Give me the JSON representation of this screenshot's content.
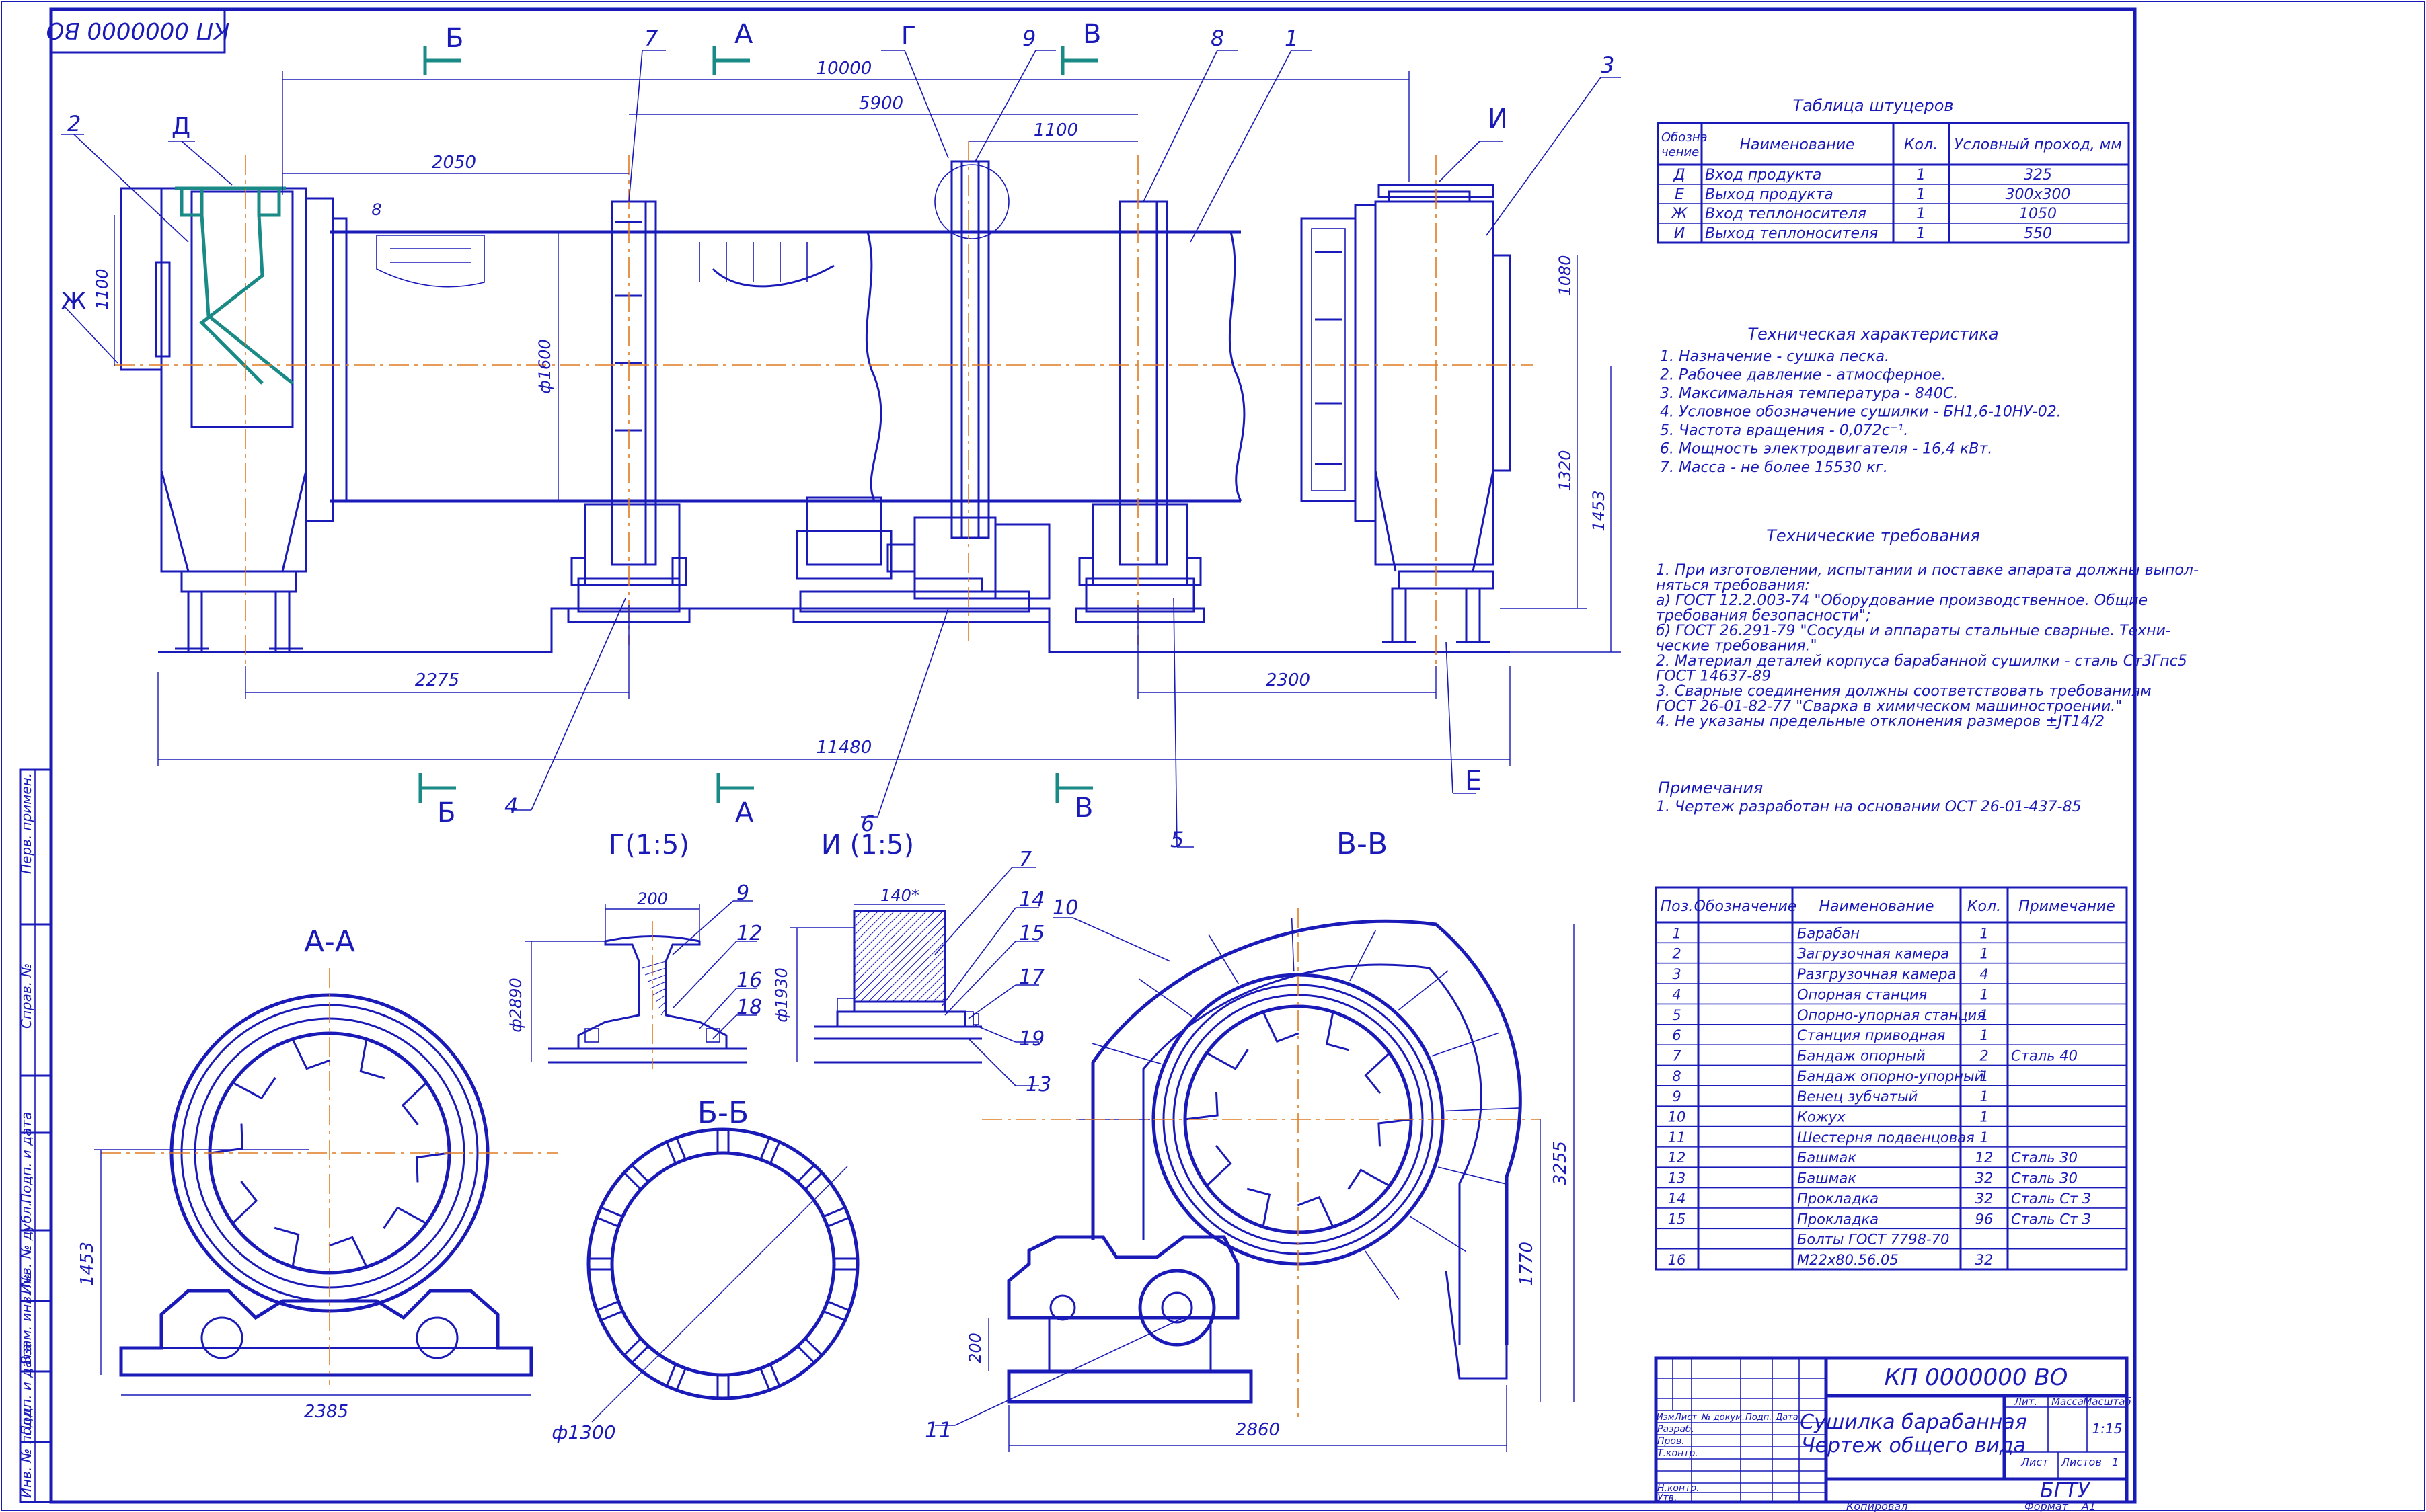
{
  "stamp_top": "КП 0000000 ВО",
  "main_view": {
    "leaders": [
      "2",
      "Д",
      "Ж",
      "7",
      "9",
      "8",
      "1",
      "3",
      "И",
      "Г",
      "4",
      "6",
      "5",
      "Е"
    ],
    "dims": {
      "d10000": "10000",
      "d5900": "5900",
      "d1100": "1100",
      "d2050": "2050",
      "d8": "8",
      "d1100v": "1100",
      "dia1600": "ф1600",
      "d1080": "1080",
      "d1320": "1320",
      "d1453": "1453",
      "d2275": "2275",
      "d2300": "2300",
      "d11480": "11480"
    },
    "section_marks": {
      "b_top": "Б",
      "a_top": "А",
      "v_top": "В",
      "b_bot": "Б",
      "a_bot": "А",
      "v_bot": "В"
    }
  },
  "views": {
    "g_title": "Г(1:5)",
    "i_title": "И (1:5)",
    "vv_title": "В-В",
    "aa_title": "А-А",
    "bb_title": "Б-Б",
    "g_dims": {
      "w": "200",
      "dia": "ф2890"
    },
    "g_leaders": [
      "9",
      "12",
      "16",
      "18"
    ],
    "i_dims": {
      "w": "140*",
      "dia": "ф1930"
    },
    "i_leaders": [
      "7",
      "14",
      "15",
      "17",
      "19",
      "13"
    ],
    "aa_dims": {
      "h": "1453",
      "w": "2385"
    },
    "bb_dims": {
      "dia": "ф1300"
    },
    "vv_dims": {
      "h3255": "3255",
      "h1770": "1770",
      "h200": "200",
      "w2860": "2860"
    },
    "vv_leaders": [
      "10",
      "11"
    ]
  },
  "fittings_table": {
    "title": "Таблица штуцеров",
    "headers": [
      "Обозна чение",
      "Наименование",
      "Кол.",
      "Условный проход, мм"
    ],
    "rows": [
      [
        "Д",
        "Вход продукта",
        "1",
        "325"
      ],
      [
        "Е",
        "Выход продукта",
        "1",
        "300х300"
      ],
      [
        "Ж",
        "Вход теплоносителя",
        "1",
        "1050"
      ],
      [
        "И",
        "Выход теплоносителя",
        "1",
        "550"
      ]
    ]
  },
  "tech_char": {
    "title": "Техническая характеристика",
    "lines": [
      "1. Назначение - сушка песка.",
      "2. Рабочее давление - атмосферное.",
      "3. Максимальная температура - 840С.",
      "4. Условное обозначение сушилки - БН1,6-10НУ-02.",
      "5. Частота вращения - 0,072с⁻¹.",
      "6. Мощность электродвигателя - 16,4 кВт.",
      "7. Масса - не более 15530 кг."
    ]
  },
  "tech_req": {
    "title": "Технические требования",
    "lines": [
      "1. При изготовлении, испытании и поставке апарата должны  выпол-",
      "няться требования:",
      "       а) ГОСТ 12.2.003-74 \"Оборудование производственное. Общие",
      "требования безопасности\";",
      "       б) ГОСТ 26.291-79 \"Сосуды и аппараты стальные сварные. Техни-",
      "ческие требования.\"",
      "2. Материал деталей корпуса барабанной сушилки - сталь Ст3Гпс5",
      "    ГОСТ 14637-89",
      "3. Сварные соединения должны соответствовать требованиям",
      "    ГОСТ 26-01-82-77 \"Сварка в химическом машиностроении.\"",
      "4. Не указаны предельные отклонения размеров ±JT14/2"
    ]
  },
  "notes": {
    "title": "Примечания",
    "lines": [
      "1. Чертеж разработан на основании ОСТ 26-01-437-85"
    ]
  },
  "spec_table": {
    "headers": [
      "Поз.",
      "Обозначение",
      "Наименование",
      "Кол.",
      "Примечание"
    ],
    "rows": [
      [
        "1",
        "",
        "Барабан",
        "1",
        ""
      ],
      [
        "2",
        "",
        "Загрузочная камера",
        "1",
        ""
      ],
      [
        "3",
        "",
        "Разгрузочная камера",
        "4",
        ""
      ],
      [
        "4",
        "",
        "Опорная станция",
        "1",
        ""
      ],
      [
        "5",
        "",
        "Опорно-упорная станция",
        "1",
        ""
      ],
      [
        "6",
        "",
        "Станция приводная",
        "1",
        ""
      ],
      [
        "7",
        "",
        "Бандаж опорный",
        "2",
        "Сталь 40"
      ],
      [
        "8",
        "",
        "Бандаж опорно-упорный",
        "1",
        ""
      ],
      [
        "9",
        "",
        "Венец зубчатый",
        "1",
        ""
      ],
      [
        "10",
        "",
        "Кожух",
        "1",
        ""
      ],
      [
        "11",
        "",
        "Шестерня подвенцовая",
        "1",
        ""
      ],
      [
        "12",
        "",
        "Башмак",
        "12",
        "Сталь 30"
      ],
      [
        "13",
        "",
        "Башмак",
        "32",
        "Сталь 30"
      ],
      [
        "14",
        "",
        "Прокладка",
        "32",
        "Сталь Ст 3"
      ],
      [
        "15",
        "",
        "Прокладка",
        "96",
        "Сталь Ст 3"
      ],
      [
        "",
        "",
        "Болты ГОСТ 7798-70",
        "",
        ""
      ],
      [
        "16",
        "",
        "М22х80.56.05",
        "32",
        ""
      ]
    ]
  },
  "title_block": {
    "code": "КП 0000000 ВО",
    "name_line1": "Сушилка барабанная",
    "name_line2": "Чертеж общего вида",
    "lit": "Лит.",
    "massa": "Масса",
    "masshtab": "Масштаб",
    "scale": "1:15",
    "list": "Лист",
    "listov": "Листов",
    "listov_val": "1",
    "org": "БГТУ",
    "row_labels": [
      "Изм.",
      "Лист",
      "№ докум.",
      "Подп.",
      "Дата"
    ],
    "roles": [
      "Разраб.",
      "Пров.",
      "Т.контр.",
      "",
      "Н.контр.",
      "Утв."
    ],
    "copied": "Копировал",
    "format": "Формат",
    "format_val": "A1"
  },
  "side_strip": [
    "Перв. примен.",
    "Справ. №",
    "Подп. и дата",
    "Инв. № дубл.",
    "Взам. инв. №",
    "Подп. и дата",
    "Инв. № подл."
  ]
}
